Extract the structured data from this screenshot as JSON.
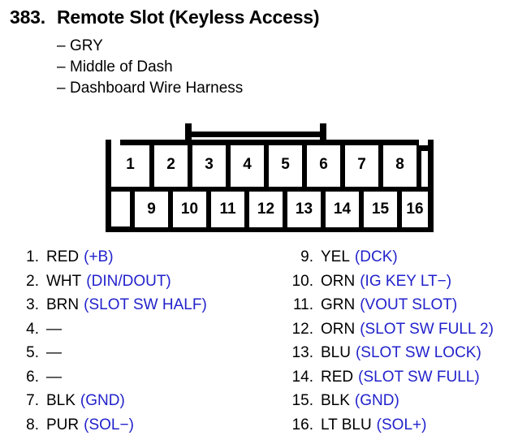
{
  "heading": {
    "number": "383.",
    "title": "Remote Slot (Keyless Access)"
  },
  "bullets": [
    {
      "dash": "–",
      "text": "GRY"
    },
    {
      "dash": "–",
      "text": "Middle of Dash"
    },
    {
      "dash": "–",
      "text": "Dashboard Wire Harness"
    }
  ],
  "connector": {
    "top_row_pins": [
      "1",
      "2",
      "3",
      "4",
      "5",
      "6",
      "7",
      "8"
    ],
    "bottom_row_pins": [
      "9",
      "10",
      "11",
      "12",
      "13",
      "14",
      "15",
      "16"
    ]
  },
  "legend": {
    "left_column": [
      {
        "index": "1.",
        "wire": "RED",
        "signal": "(+B)"
      },
      {
        "index": "2.",
        "wire": "WHT",
        "signal": "(DIN/DOUT)"
      },
      {
        "index": "3.",
        "wire": "BRN",
        "signal": "(SLOT SW HALF)"
      },
      {
        "index": "4.",
        "wire": "—",
        "signal": ""
      },
      {
        "index": "5.",
        "wire": "—",
        "signal": ""
      },
      {
        "index": "6.",
        "wire": "—",
        "signal": ""
      },
      {
        "index": "7.",
        "wire": "BLK",
        "signal": "(GND)"
      },
      {
        "index": "8.",
        "wire": "PUR",
        "signal": "(SOL−)"
      }
    ],
    "right_column": [
      {
        "index": "9.",
        "wire": "YEL",
        "signal": "(DCK)"
      },
      {
        "index": "10.",
        "wire": "ORN",
        "signal": "(IG KEY LT−)"
      },
      {
        "index": "11.",
        "wire": "GRN",
        "signal": "(VOUT SLOT)"
      },
      {
        "index": "12.",
        "wire": "ORN",
        "signal": "(SLOT SW FULL 2)"
      },
      {
        "index": "13.",
        "wire": "BLU",
        "signal": "(SLOT SW LOCK)"
      },
      {
        "index": "14.",
        "wire": "RED",
        "signal": "(SLOT SW FULL)"
      },
      {
        "index": "15.",
        "wire": "BLK",
        "signal": "(GND)"
      },
      {
        "index": "16.",
        "wire": "LT BLU",
        "signal": "(SOL+)"
      }
    ]
  },
  "colors": {
    "signal_blue": "#2222cc",
    "text_black": "#000000",
    "background": "#ffffff"
  }
}
